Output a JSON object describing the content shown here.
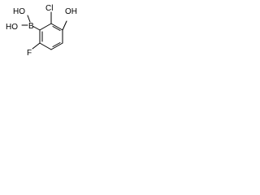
{
  "molecule": {
    "atoms": {
      "ho_top": "HO",
      "ho_left": "HO",
      "boron": "B",
      "chlorine": "Cl",
      "oh_right": "OH",
      "fluorine": "F"
    }
  }
}
